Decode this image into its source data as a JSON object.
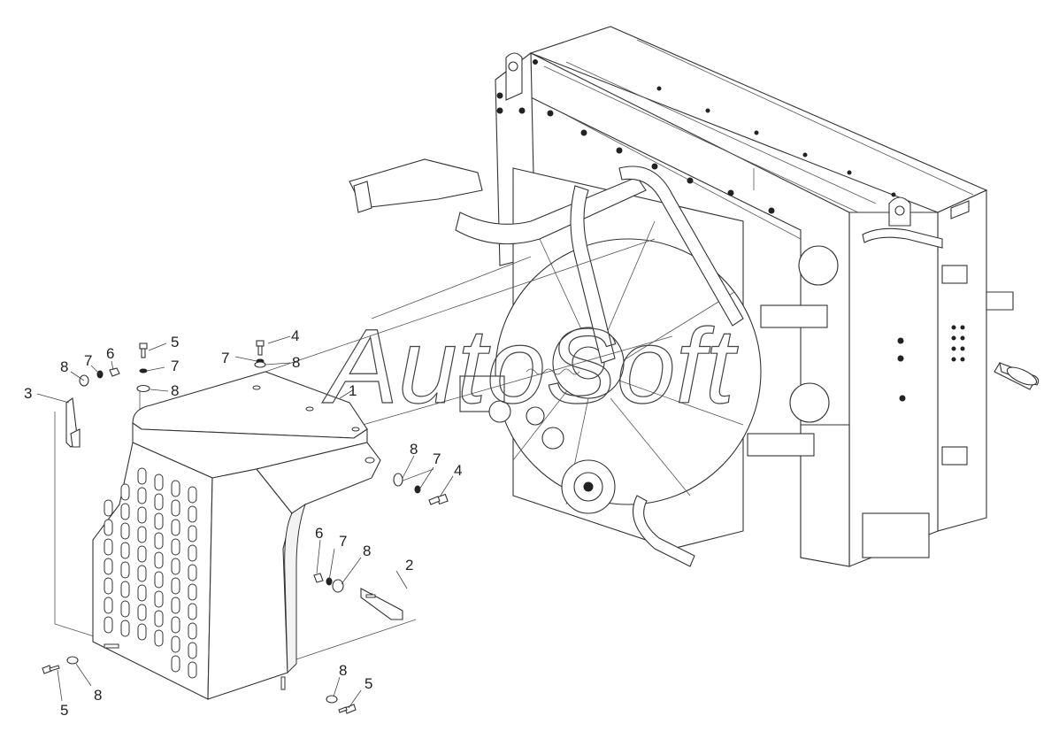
{
  "watermark": "AutoSoft",
  "callouts": {
    "c1": "1",
    "c2": "2",
    "c3": "3",
    "c4a": "4",
    "c4b": "4",
    "c5a": "5",
    "c5b": "5",
    "c5c": "5",
    "c6a": "6",
    "c6b": "6",
    "c7a": "7",
    "c7b": "7",
    "c7c": "7",
    "c7d": "7",
    "c8a": "8",
    "c8b": "8",
    "c8c": "8",
    "c8d": "8",
    "c8e": "8",
    "c8f": "8",
    "c8g": "8"
  }
}
